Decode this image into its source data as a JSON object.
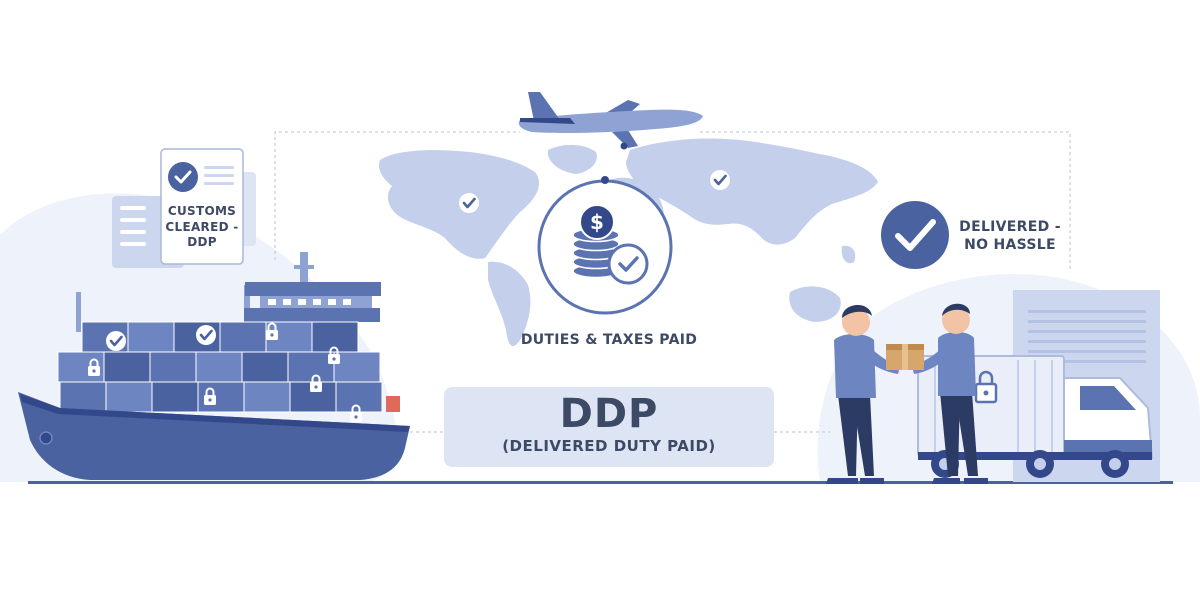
{
  "colors": {
    "primary": "#5b73b1",
    "dark": "#33488a",
    "light": "#c3cfeb",
    "pale": "#e9eef8",
    "text": "#3d4a66"
  },
  "labels": {
    "customs": "CUSTOMS CLEARED - DDP",
    "duties": "DUTIES & TAXES PAID",
    "delivered": "DELIVERED - NO HASSLE"
  },
  "banner": {
    "title": "DDP",
    "subtitle": "(DELIVERED DUTY PAID)"
  },
  "icons": {
    "document": "checklist-document-icon",
    "coins": "dollar-coins-icon",
    "check": "check-circle-icon",
    "lock": "padlock-icon",
    "plane": "airplane-icon",
    "ship": "container-ship-icon",
    "truck": "delivery-truck-icon",
    "people": "handover-people-icon"
  }
}
